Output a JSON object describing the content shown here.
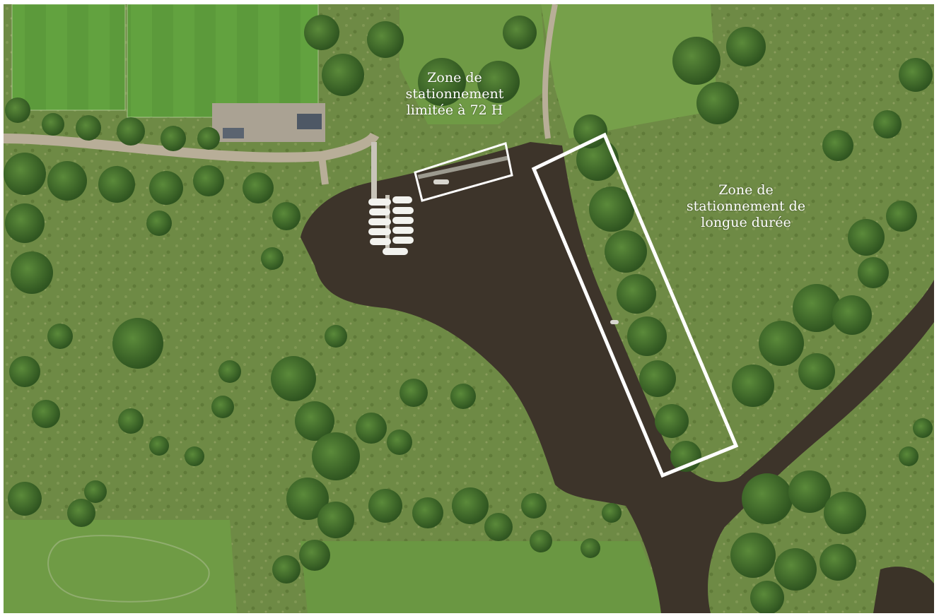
{
  "map": {
    "view": "aerial-photo",
    "colors": {
      "water": "#3b3328",
      "meadow": "#6d8a43",
      "sports_field": "#5d9a3a",
      "tree": "#3f6b2a",
      "road": "#b7ad97",
      "boat": "#f2f2ee",
      "zone_outline": "#ffffff"
    }
  },
  "zones": [
    {
      "id": "short-term",
      "label_lines": [
        "Zone de",
        "stationnement",
        "limitée à 72 H"
      ]
    },
    {
      "id": "long-term",
      "label_lines": [
        "Zone de",
        "stationnement de",
        "longue durée"
      ]
    }
  ]
}
